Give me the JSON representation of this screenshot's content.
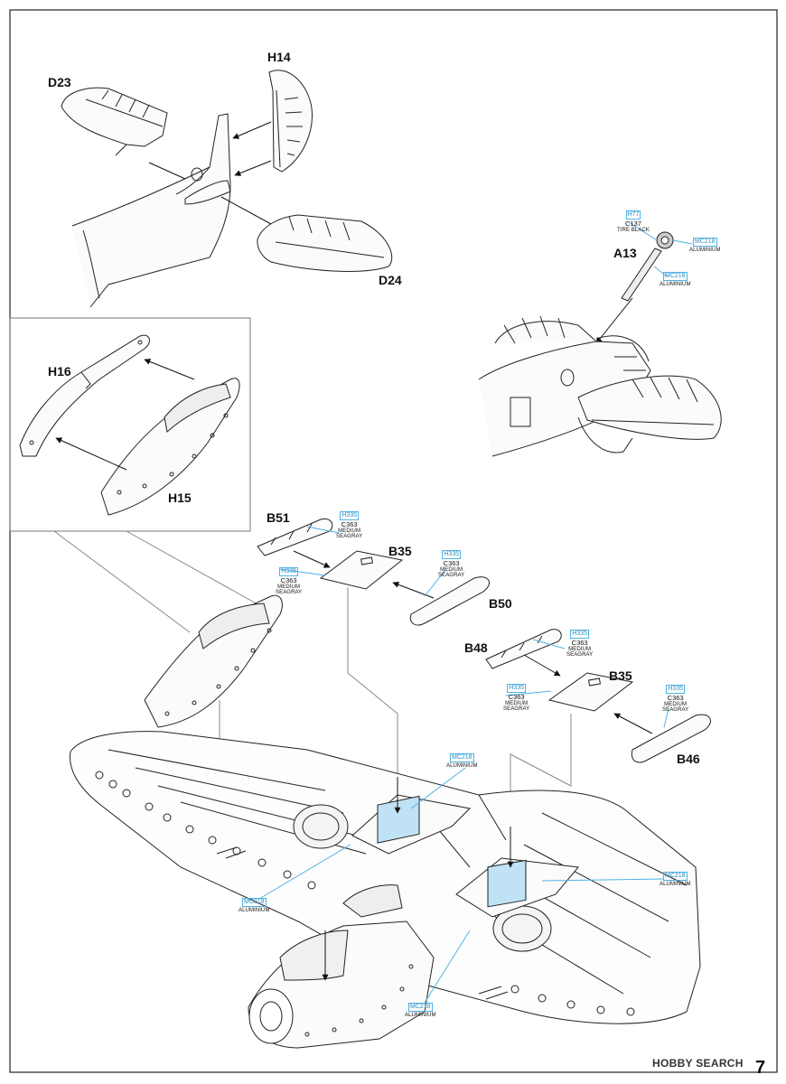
{
  "part_labels": {
    "d23": "D23",
    "h14": "H14",
    "d24": "D24",
    "a13": "A13",
    "h16": "H16",
    "h15": "H15",
    "b51": "B51",
    "b35a": "B35",
    "b50": "B50",
    "b48": "B48",
    "b35b": "B35",
    "b46": "B46"
  },
  "paint_callouts": {
    "a13_tire": {
      "code": "H77",
      "sub": "C137",
      "names": [
        "TIRE BLACK"
      ]
    },
    "a13_hub": {
      "code": "MC218",
      "names": [
        "ALUMINIUM"
      ]
    },
    "a13_strut": {
      "code": "MC218",
      "names": [
        "ALUMINIUM"
      ]
    },
    "b51": {
      "code": "H335",
      "sub": "C363",
      "names": [
        "MEDIUM",
        "SEAGRAY"
      ]
    },
    "b35a": {
      "code": "H335",
      "sub": "C363",
      "names": [
        "MEDIUM",
        "SEAGRAY"
      ]
    },
    "b50": {
      "code": "H335",
      "sub": "C363",
      "names": [
        "MEDIUM",
        "SEAGRAY"
      ]
    },
    "b48": {
      "code": "H335",
      "sub": "C363",
      "names": [
        "MEDIUM",
        "SEAGRAY"
      ]
    },
    "b35b": {
      "code": "H335",
      "sub": "C363",
      "names": [
        "MEDIUM",
        "SEAGRAY"
      ]
    },
    "b46": {
      "code": "H335",
      "sub": "C363",
      "names": [
        "MEDIUM",
        "SEAGRAY"
      ]
    },
    "bay_left": {
      "code": "MC218",
      "names": [
        "ALUMINIUM"
      ]
    },
    "bay_right": {
      "code": "MC218",
      "names": [
        "ALUMINIUM"
      ]
    },
    "wing_left": {
      "code": "MC218",
      "names": [
        "ALUMINIUM"
      ]
    },
    "wing_bottom": {
      "code": "MC218",
      "names": [
        "ALUMINIUM"
      ]
    }
  },
  "page_number": "7",
  "watermark": "HOBBY SEARCH",
  "colors": {
    "callout_blue": "#4fb2e6",
    "bay_fill": "#bfe3f5",
    "line": "#222222"
  }
}
